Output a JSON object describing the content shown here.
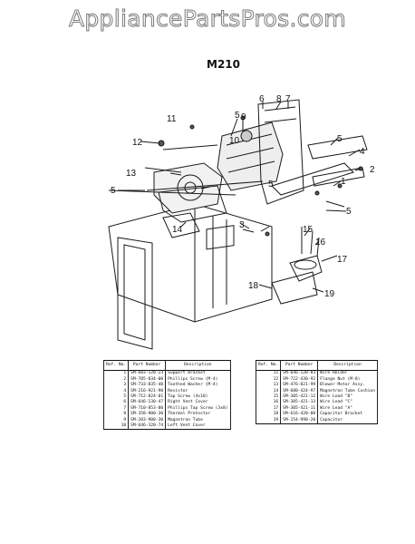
{
  "watermark": "AppliancePartsPros.com",
  "model": "M210",
  "callouts": {
    "c1": "1",
    "c2": "2",
    "c3": "3",
    "c4": "4",
    "c5a": "5",
    "c5b": "5",
    "c5c": "5",
    "c5d": "5",
    "c5e": "5",
    "c6": "6",
    "c7": "7",
    "c8": "8",
    "c9": "9",
    "c10": "10",
    "c11": "11",
    "c12": "12",
    "c13": "13",
    "c14": "14",
    "c15": "15",
    "c16": "16",
    "c17": "17",
    "c18": "18",
    "c19": "19"
  },
  "table_headers": {
    "ref": "Ref. No.",
    "part": "Part Number",
    "desc": "Description"
  },
  "parts_left": [
    {
      "ref": "1",
      "part": "SM-683-120-23",
      "desc": "Support Bracket"
    },
    {
      "ref": "2",
      "part": "SM-705-834-00",
      "desc": "Phillips Screw (M-4)"
    },
    {
      "ref": "3",
      "part": "SM-733-835-40",
      "desc": "Toothed Washer (M-4)"
    },
    {
      "ref": "4",
      "part": "SM-216-921-90",
      "desc": "Resistor"
    },
    {
      "ref": "5",
      "part": "SM-712-824-01",
      "desc": "Tap Screw (4x10)"
    },
    {
      "ref": "6",
      "part": "SM-646-130-47",
      "desc": "Right Vent Cover"
    },
    {
      "ref": "7",
      "part": "SM-710-853-00",
      "desc": "Phillips Tap Screw (3x8)"
    },
    {
      "ref": "8",
      "part": "SM-358-900-30",
      "desc": "Thermal Protector"
    },
    {
      "ref": "9",
      "part": "SM-203-900-30",
      "desc": "Magnetron Tube"
    },
    {
      "ref": "10",
      "part": "SM-646-320-74",
      "desc": "Left Vent Cover"
    }
  ],
  "parts_right": [
    {
      "ref": "11",
      "part": "SM-646-120-83",
      "desc": "Wire Holder"
    },
    {
      "ref": "12",
      "part": "SM-722-430-92",
      "desc": "Flange Nut (M-8)"
    },
    {
      "ref": "13",
      "part": "SM-476-821-99",
      "desc": "Blower Motor Assy."
    },
    {
      "ref": "14",
      "part": "SM-680-424-97",
      "desc": "Magnetron Tube Cushion"
    },
    {
      "ref": "15",
      "part": "SM-305-421-12",
      "desc": "Wire Lead \"B\""
    },
    {
      "ref": "16",
      "part": "SM-305-421-13",
      "desc": "Wire Lead \"C\""
    },
    {
      "ref": "17",
      "part": "SM-305-421-11",
      "desc": "Wire Lead \"A\""
    },
    {
      "ref": "18",
      "part": "SM-616-420-08",
      "desc": "Capacitor Bracket"
    },
    {
      "ref": "19",
      "part": "SM-154-990-20",
      "desc": "Capacitor"
    }
  ]
}
